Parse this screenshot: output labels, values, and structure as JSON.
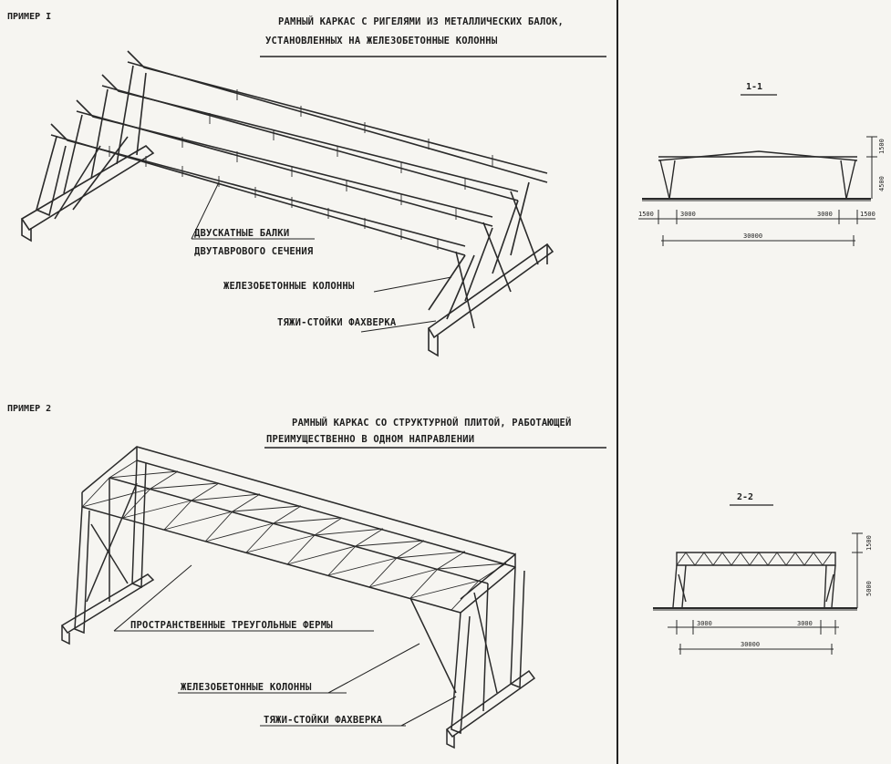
{
  "example1": {
    "label": "ПРИМЕР I",
    "title_line1": "РАМНЫЙ КАРКАС С РИГЕЛЯМИ ИЗ МЕТАЛЛИЧЕСКИХ БАЛОК,",
    "title_line2": "УСТАНОВЛЕННЫХ НА ЖЕЛЕЗОБЕТОННЫЕ КОЛОННЫ",
    "callout_beams_1": "ДВУСКАТНЫЕ БАЛКИ",
    "callout_beams_2": "ДВУТАВРОВОГО СЕЧЕНИЯ",
    "callout_columns": "ЖЕЛЕЗОБЕТОННЫЕ КОЛОННЫ",
    "callout_ties": "ТЯЖИ-СТОЙКИ ФАХВЕРКА"
  },
  "example2": {
    "label": "ПРИМЕР 2",
    "title_line1": "РАМНЫЙ КАРКАС СО СТРУКТУРНОЙ ПЛИТОЙ, РАБОТАЮЩЕЙ",
    "title_line2": "ПРЕИМУЩЕСТВЕННО В ОДНОМ НАПРАВЛЕНИИ",
    "callout_trusses": "ПРОСТРАНСТВЕННЫЕ ТРЕУГОЛЬНЫЕ ФЕРМЫ",
    "callout_columns": "ЖЕЛЕЗОБЕТОННЫЕ КОЛОННЫ",
    "callout_ties": "ТЯЖИ-СТОЙКИ ФАХВЕРКА"
  },
  "section1": {
    "title": "1-1",
    "dim_top": "1500",
    "dim_height": "4500",
    "dim_left_out": "1500",
    "dim_left_in": "3000",
    "dim_right_in": "3000",
    "dim_right_out": "1500",
    "dim_span": "30000"
  },
  "section2": {
    "title": "2-2",
    "dim_top": "1500",
    "dim_height": "5000",
    "dim_left": "3000",
    "dim_right": "3000",
    "dim_span": "30000"
  }
}
